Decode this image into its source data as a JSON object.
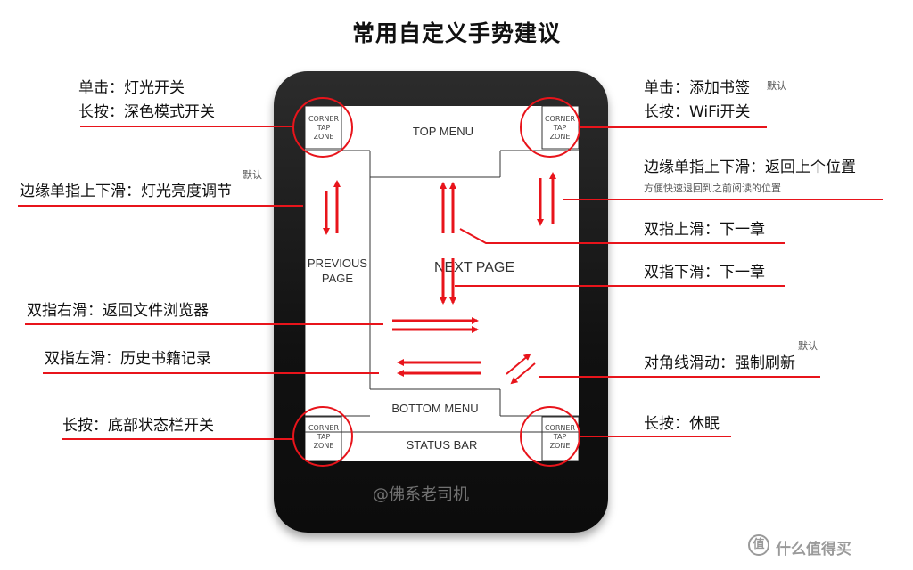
{
  "title": "常用自定义手势建议",
  "screen": {
    "corner_zone_text": [
      "CORNER",
      "TAP",
      "ZONE"
    ],
    "top_menu": "TOP MENU",
    "previous_page": [
      "PREVIOUS",
      "PAGE"
    ],
    "next_page": "NEXT PAGE",
    "bottom_menu": "BOTTOM MENU",
    "status_bar": "STATUS BAR"
  },
  "annotations": {
    "left": {
      "tap_top_left": "单击：灯光开关",
      "hold_top_left": "长按：深色模式开关",
      "edge_swipe_tag": "默认",
      "edge_swipe": "边缘单指上下滑：灯光亮度调节",
      "two_finger_right": "双指右滑：返回文件浏览器",
      "two_finger_left": "双指左滑：历史书籍记录",
      "hold_bottom_left": "长按：底部状态栏开关"
    },
    "right": {
      "tap_top_right": "单击：添加书签",
      "tap_top_right_tag": "默认",
      "hold_top_right": "长按：WiFi开关",
      "edge_swipe": "边缘单指上下滑：返回上个位置",
      "edge_swipe_sub": "方便快速退回到之前阅读的位置",
      "two_finger_up": "双指上滑：下一章",
      "two_finger_down": "双指下滑：下一章",
      "diagonal_tag": "默认",
      "diagonal": "对角线滑动：强制刷新",
      "hold_bottom_right": "长按：休眠"
    }
  },
  "watermark": "@佛系老司机",
  "brand": {
    "logo": "值",
    "name": "什么值得买"
  },
  "colors": {
    "accent_red": "#e8141b",
    "device_body": "#151515",
    "screen_bg": "#ffffff",
    "screen_lines": "#333333"
  }
}
